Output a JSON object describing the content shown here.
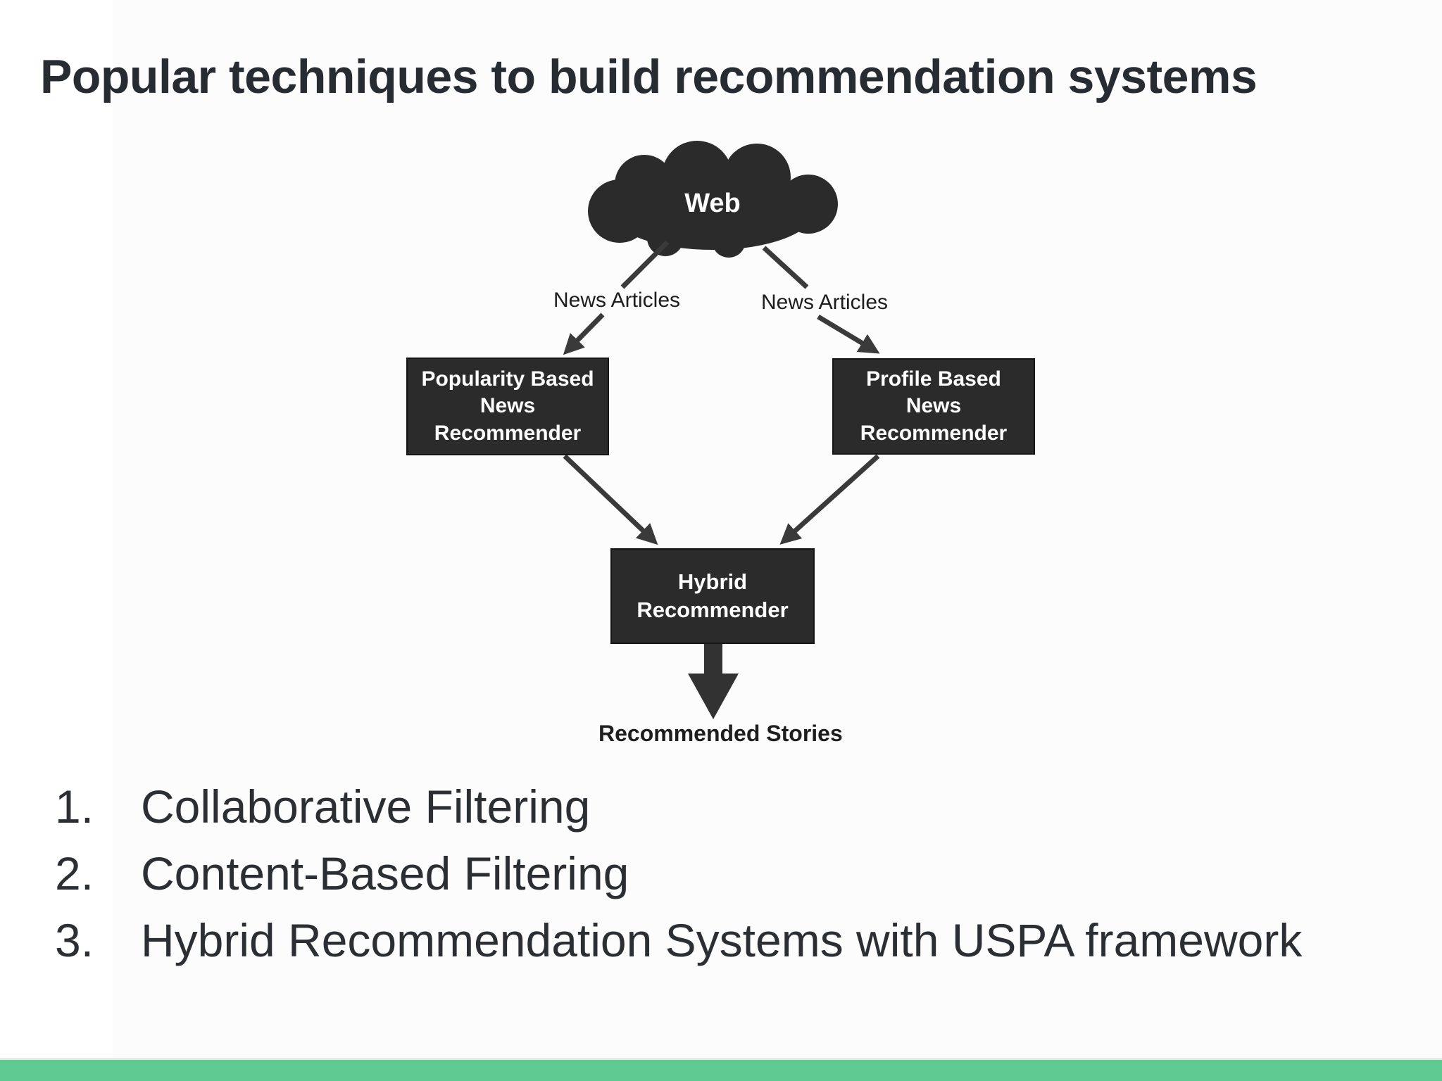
{
  "slide": {
    "title": "Popular techniques to build recommendation systems",
    "list": {
      "items": [
        {
          "number": "1.",
          "label": "Collaborative Filtering"
        },
        {
          "number": "2.",
          "label": "Content-Based Filtering"
        },
        {
          "number": "3.",
          "label": "Hybrid Recommendation Systems with USPA framework"
        }
      ]
    }
  },
  "diagram": {
    "cloud_label": "Web",
    "edge_labels": {
      "left": "News Articles",
      "right": "News Articles"
    },
    "nodes": {
      "popularity": {
        "line1": "Popularity Based",
        "line2": "News Recommender"
      },
      "profile": {
        "line1": "Profile Based",
        "line2": "News Recommender"
      },
      "hybrid": {
        "label": "Hybrid Recommender"
      }
    },
    "output_label": "Recommended Stories"
  },
  "colors": {
    "accent_green_bar": "#5FCB93",
    "node_fill": "#2B2B2B",
    "node_border": "#161616",
    "arrow": "#3A3A3A",
    "title_text": "#272C33",
    "body_text": "#2B2E33",
    "node_text": "#FFFFFF"
  }
}
